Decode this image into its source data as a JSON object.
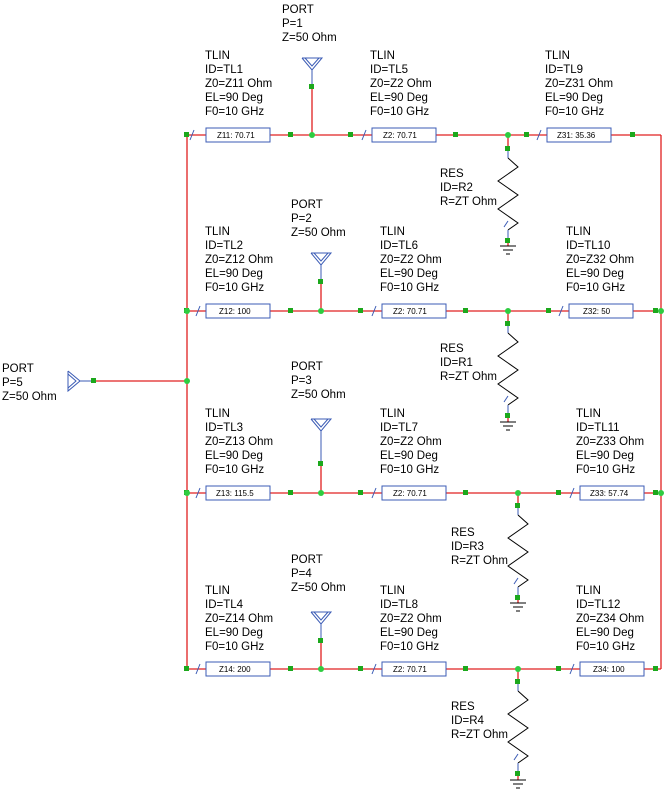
{
  "ports": [
    {
      "name": "port-1",
      "title": "PORT",
      "p": "P=1",
      "z": "Z=50 Ohm"
    },
    {
      "name": "port-2",
      "title": "PORT",
      "p": "P=2",
      "z": "Z=50 Ohm"
    },
    {
      "name": "port-3",
      "title": "PORT",
      "p": "P=3",
      "z": "Z=50 Ohm"
    },
    {
      "name": "port-4",
      "title": "PORT",
      "p": "P=4",
      "z": "Z=50 Ohm"
    },
    {
      "name": "port-5",
      "title": "PORT",
      "p": "P=5",
      "z": "Z=50 Ohm"
    }
  ],
  "tlines": [
    {
      "name": "tl1",
      "title": "TLIN",
      "id": "ID=TL1",
      "z0": "Z0=Z11 Ohm",
      "el": "EL=90 Deg",
      "f0": "F0=10 GHz",
      "box": "Z11: 70.71"
    },
    {
      "name": "tl2",
      "title": "TLIN",
      "id": "ID=TL2",
      "z0": "Z0=Z12 Ohm",
      "el": "EL=90 Deg",
      "f0": "F0=10 GHz",
      "box": "Z12: 100"
    },
    {
      "name": "tl3",
      "title": "TLIN",
      "id": "ID=TL3",
      "z0": "Z0=Z13 Ohm",
      "el": "EL=90 Deg",
      "f0": "F0=10 GHz",
      "box": "Z13: 115.5"
    },
    {
      "name": "tl4",
      "title": "TLIN",
      "id": "ID=TL4",
      "z0": "Z0=Z14 Ohm",
      "el": "EL=90 Deg",
      "f0": "F0=10 GHz",
      "box": "Z14: 200"
    },
    {
      "name": "tl5",
      "title": "TLIN",
      "id": "ID=TL5",
      "z0": "Z0=Z2 Ohm",
      "el": "EL=90 Deg",
      "f0": "F0=10 GHz",
      "box": "Z2: 70.71"
    },
    {
      "name": "tl6",
      "title": "TLIN",
      "id": "ID=TL6",
      "z0": "Z0=Z2 Ohm",
      "el": "EL=90 Deg",
      "f0": "F0=10 GHz",
      "box": "Z2: 70.71"
    },
    {
      "name": "tl7",
      "title": "TLIN",
      "id": "ID=TL7",
      "z0": "Z0=Z2 Ohm",
      "el": "EL=90 Deg",
      "f0": "F0=10 GHz",
      "box": "Z2: 70.71"
    },
    {
      "name": "tl8",
      "title": "TLIN",
      "id": "ID=TL8",
      "z0": "Z0=Z2 Ohm",
      "el": "EL=90 Deg",
      "f0": "F0=10 GHz",
      "box": "Z2: 70.71"
    },
    {
      "name": "tl9",
      "title": "TLIN",
      "id": "ID=TL9",
      "z0": "Z0=Z31 Ohm",
      "el": "EL=90 Deg",
      "f0": "F0=10 GHz",
      "box": "Z31: 35.36"
    },
    {
      "name": "tl10",
      "title": "TLIN",
      "id": "ID=TL10",
      "z0": "Z0=Z32 Ohm",
      "el": "EL=90 Deg",
      "f0": "F0=10 GHz",
      "box": "Z32: 50"
    },
    {
      "name": "tl11",
      "title": "TLIN",
      "id": "ID=TL11",
      "z0": "Z0=Z33 Ohm",
      "el": "EL=90 Deg",
      "f0": "F0=10 GHz",
      "box": "Z33: 57.74"
    },
    {
      "name": "tl12",
      "title": "TLIN",
      "id": "ID=TL12",
      "z0": "Z0=Z34 Ohm",
      "el": "EL=90 Deg",
      "f0": "F0=10 GHz",
      "box": "Z34: 100"
    }
  ],
  "resistors": [
    {
      "name": "r2",
      "title": "RES",
      "id": "ID=R2",
      "r": "R=ZT Ohm"
    },
    {
      "name": "r1",
      "title": "RES",
      "id": "ID=R1",
      "r": "R=ZT Ohm"
    },
    {
      "name": "r3",
      "title": "RES",
      "id": "ID=R3",
      "r": "R=ZT Ohm"
    },
    {
      "name": "r4",
      "title": "RES",
      "id": "ID=R4",
      "r": "R=ZT Ohm"
    }
  ],
  "colors": {
    "wire": "#e02020",
    "component": "#3b5bb5",
    "node": "#2ecc40",
    "pin": "#1ca81c"
  }
}
